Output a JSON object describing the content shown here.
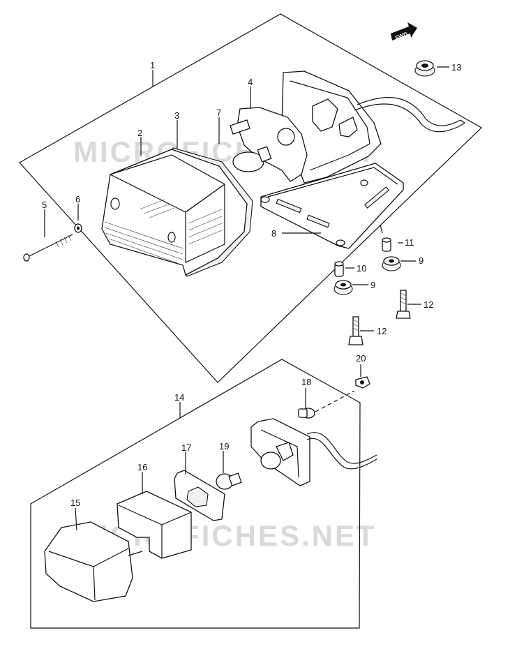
{
  "watermark": {
    "upper": "MICROFICHES.NET",
    "lower": "MICROFICHES.NET"
  },
  "fwd_badge": "FWD",
  "callouts": {
    "c1": "1",
    "c2": "2",
    "c3": "3",
    "c4": "4",
    "c5": "5",
    "c6": "6",
    "c7": "7",
    "c8": "8",
    "c9a": "9",
    "c9b": "9",
    "c10": "10",
    "c11": "11",
    "c12a": "12",
    "c12b": "12",
    "c13": "13",
    "c14": "14",
    "c15": "15",
    "c16": "16",
    "c17": "17",
    "c18": "18",
    "c19": "19",
    "c20": "20"
  }
}
